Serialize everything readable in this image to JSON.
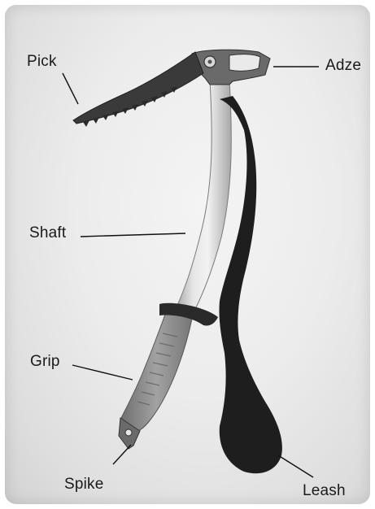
{
  "labels": {
    "pick": "Pick",
    "adze": "Adze",
    "shaft": "Shaft",
    "grip": "Grip",
    "spike": "Spike",
    "leash": "Leash"
  },
  "colors": {
    "background_snow": "#ececec",
    "metal_shaft": "#c9c9c9",
    "head": "#6a6a6a",
    "grip": "#8f8f8f",
    "leash": "#1e1e1e",
    "label_text": "#1a1a1a"
  }
}
